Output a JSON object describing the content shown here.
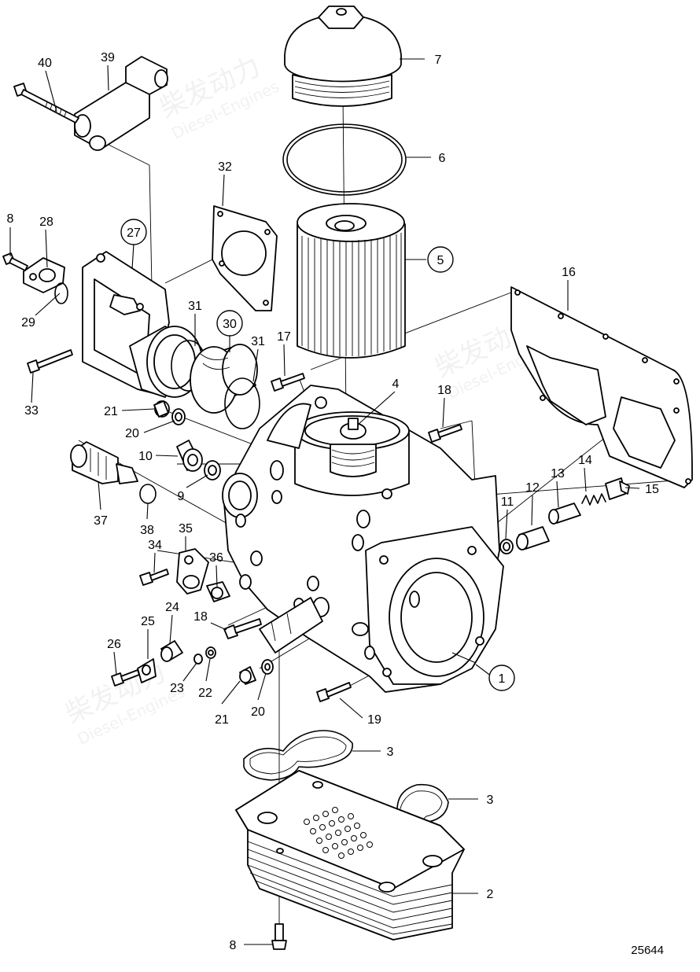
{
  "diagram": {
    "reference_number": "25644",
    "watermark": {
      "text_cn": "柴发动力",
      "text_en": "Diesel-Engines"
    },
    "callouts": [
      {
        "id": "c40",
        "label": "40",
        "circled": false
      },
      {
        "id": "c39",
        "label": "39",
        "circled": false
      },
      {
        "id": "c7",
        "label": "7",
        "circled": false
      },
      {
        "id": "c6",
        "label": "6",
        "circled": false
      },
      {
        "id": "c32",
        "label": "32",
        "circled": false
      },
      {
        "id": "c8a",
        "label": "8",
        "circled": false
      },
      {
        "id": "c28",
        "label": "28",
        "circled": false
      },
      {
        "id": "c27",
        "label": "27",
        "circled": true
      },
      {
        "id": "c5",
        "label": "5",
        "circled": true
      },
      {
        "id": "c16",
        "label": "16",
        "circled": false
      },
      {
        "id": "c29",
        "label": "29",
        "circled": false
      },
      {
        "id": "c31a",
        "label": "31",
        "circled": false
      },
      {
        "id": "c30",
        "label": "30",
        "circled": true
      },
      {
        "id": "c31b",
        "label": "31",
        "circled": false
      },
      {
        "id": "c17",
        "label": "17",
        "circled": false
      },
      {
        "id": "c33",
        "label": "33",
        "circled": false
      },
      {
        "id": "c4",
        "label": "4",
        "circled": false
      },
      {
        "id": "c18a",
        "label": "18",
        "circled": false
      },
      {
        "id": "c21a",
        "label": "21",
        "circled": false
      },
      {
        "id": "c20a",
        "label": "20",
        "circled": false
      },
      {
        "id": "c10",
        "label": "10",
        "circled": false
      },
      {
        "id": "c14",
        "label": "14",
        "circled": false
      },
      {
        "id": "c13",
        "label": "13",
        "circled": false
      },
      {
        "id": "c12",
        "label": "12",
        "circled": false
      },
      {
        "id": "c15",
        "label": "15",
        "circled": false
      },
      {
        "id": "c11",
        "label": "11",
        "circled": false
      },
      {
        "id": "c9",
        "label": "9",
        "circled": false
      },
      {
        "id": "c37",
        "label": "37",
        "circled": false
      },
      {
        "id": "c38",
        "label": "38",
        "circled": false
      },
      {
        "id": "c35",
        "label": "35",
        "circled": false
      },
      {
        "id": "c34",
        "label": "34",
        "circled": false
      },
      {
        "id": "c36",
        "label": "36",
        "circled": false
      },
      {
        "id": "c24",
        "label": "24",
        "circled": false
      },
      {
        "id": "c18b",
        "label": "18",
        "circled": false
      },
      {
        "id": "c25",
        "label": "25",
        "circled": false
      },
      {
        "id": "c26",
        "label": "26",
        "circled": false
      },
      {
        "id": "c23",
        "label": "23",
        "circled": false
      },
      {
        "id": "c22",
        "label": "22",
        "circled": false
      },
      {
        "id": "c1",
        "label": "1",
        "circled": true
      },
      {
        "id": "c21b",
        "label": "21",
        "circled": false
      },
      {
        "id": "c20b",
        "label": "20",
        "circled": false
      },
      {
        "id": "c19",
        "label": "19",
        "circled": false
      },
      {
        "id": "c3a",
        "label": "3",
        "circled": false
      },
      {
        "id": "c3b",
        "label": "3",
        "circled": false
      },
      {
        "id": "c2",
        "label": "2",
        "circled": false
      },
      {
        "id": "c8b",
        "label": "8",
        "circled": false
      }
    ]
  }
}
